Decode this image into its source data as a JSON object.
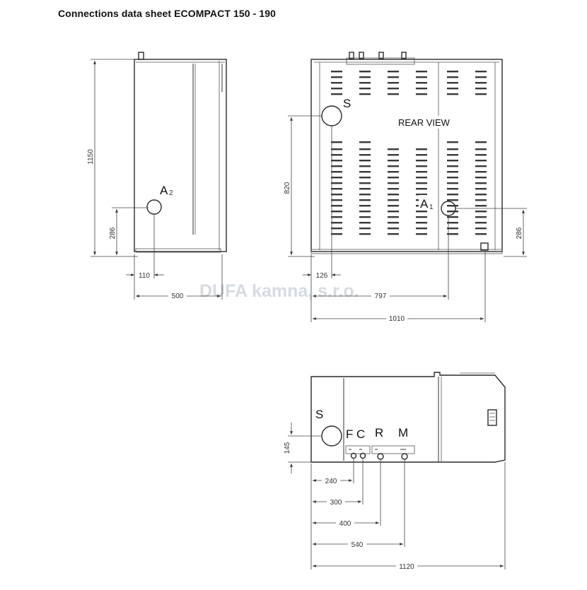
{
  "title": "Connections data sheet ECOMPACT 150 - 190",
  "watermark": "DUFA kamna, s.r.o.",
  "side_view": {
    "label_a2_main": "A",
    "label_a2_sub": "2",
    "dims": {
      "height": "1150",
      "a2_height": "286",
      "a2_offset": "110",
      "depth": "500"
    }
  },
  "rear_view": {
    "caption": "REAR VIEW",
    "label_s": "S",
    "label_a1_main": "A",
    "label_a1_sub": "1",
    "dims": {
      "s_height": "820",
      "a1_height": "286",
      "s_offset": "126",
      "a1_offset": "797",
      "width": "1010"
    }
  },
  "top_view": {
    "label_s": "S",
    "labels": [
      "F",
      "C",
      "R",
      "M"
    ],
    "dims": {
      "s_offset": "145",
      "f": "240",
      "c": "300",
      "r": "400",
      "m": "540",
      "width": "1120"
    }
  }
}
